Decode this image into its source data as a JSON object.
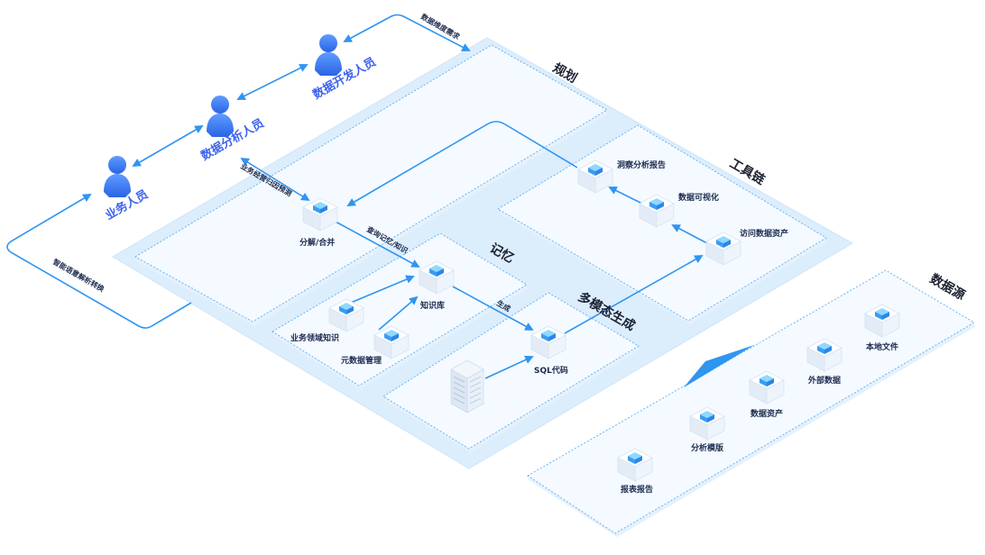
{
  "sections": {
    "planning": "规划",
    "toolchain": "工具链",
    "memory": "记忆",
    "multimodal": "多模态生成",
    "datasource": "数据源"
  },
  "people": {
    "business": "业务人员",
    "analyst": "数据分析人员",
    "developer": "数据开发人员"
  },
  "nodes": {
    "decompose": "分解/合并",
    "knowledge_base": "知识库",
    "domain_knowledge": "业务领域知识",
    "metadata": "元数据管理",
    "sql_code": "SQL代码",
    "insight_report": "洞察分析报告",
    "data_viz": "数据可视化",
    "access_assets": "访问数据资产",
    "local_file": "本地文件",
    "external_data": "外部数据",
    "data_assets": "数据资产",
    "analysis_template": "分析模版",
    "report": "报表报告"
  },
  "edges": {
    "demand": "数据维度需求",
    "attribution": "业务经营归因预测",
    "semantic": "智能语意解析转换",
    "query_memory": "查询记忆/知识",
    "generate": "生成"
  },
  "colors": {
    "arrow": "#2f95f0",
    "person": "#3a7bf0",
    "person_label": "#3d63ee",
    "platform": "#dbeefd",
    "panel": "#f3f9ff",
    "panel_border": "#64b4f4"
  }
}
